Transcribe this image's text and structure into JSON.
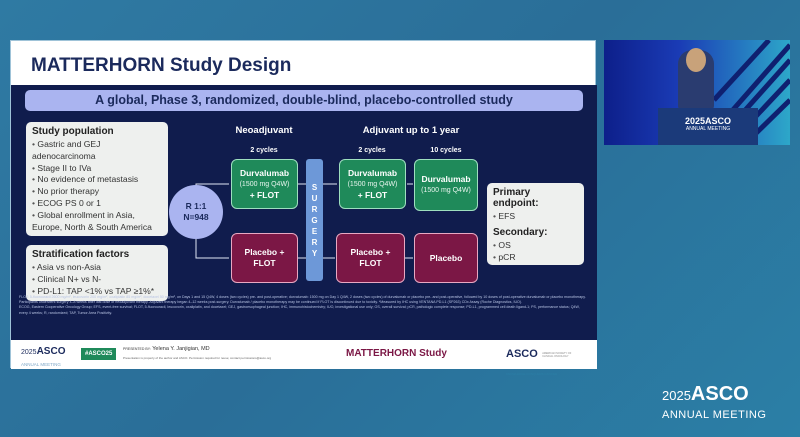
{
  "slide": {
    "title": "MATTERHORN Study Design",
    "banner": "A global, Phase 3, randomized, double-blind, placebo-controlled study",
    "population": {
      "heading": "Study population",
      "items": [
        "Gastric and GEJ adenocarcinoma",
        "Stage II to IVa",
        "No evidence of metastasis",
        "No prior therapy",
        "ECOG PS 0 or 1",
        "Global enrollment in Asia, Europe, North & South America"
      ]
    },
    "stratification": {
      "heading": "Stratification factors",
      "items": [
        "Asia vs non-Asia",
        "Clinical N+ vs N-",
        "PD-L1: TAP <1% vs TAP ≥1%*"
      ]
    },
    "randomization": {
      "ratio": "R 1:1",
      "n": "N=948"
    },
    "phases": {
      "neoadjuvant": "Neoadjuvant",
      "adjuvant": "Adjuvant up to 1 year"
    },
    "cycles": {
      "neo": "2 cycles",
      "adj1": "2 cycles",
      "adj2": "10 cycles"
    },
    "arms": {
      "durva_flot": {
        "name": "Durvalumab",
        "dose": "(1500 mg Q4W)",
        "combo": "+ FLOT"
      },
      "durva_mono": {
        "name": "Durvalumab",
        "dose": "(1500 mg Q4W)"
      },
      "placebo_flot": {
        "line1": "Placebo +",
        "line2": "FLOT"
      },
      "placebo": "Placebo"
    },
    "surgery": [
      "S",
      "U",
      "R",
      "G",
      "E",
      "R",
      "Y"
    ],
    "endpoints": {
      "primary_heading": "Primary endpoint:",
      "primary": [
        "EFS"
      ],
      "secondary_heading": "Secondary:",
      "secondary": [
        "OS",
        "pCR"
      ]
    },
    "footnotes": [
      "FLOT: 5-fluorouracil 2600 mg/m², leucovorin 200 mg/m², oxaliplatin 85 mg/m², docetaxel 50 mg/m², on Days 1 and 15 Q4W, 4 doses (two cycles) pre- and post-operative; durvalumab: 1500 mg on Day 1 Q4W, 2 doses (two cycles) of durvalumab or placebo pre- and post-operative, followed by 10 doses of post-operative durvalumab or placebo monotherapy. Participants underwent surgery 4–8 weeks after last dose of neoadjuvant therapy. Adjuvant therapy began 4–12 weeks post-surgery. Durvalumab / placebo monotherapy may be continued if FLOT is discontinued due to toxicity. *Measured by IHC using VENTANA PD-L1 (SP263) CDx Assay (Roche Diagnostics, IUO).",
      "ECOG, Eastern Cooperative Oncology Group; EFS, event-free survival; FLOT, 5-fluorouracil, leucovorin, oxaliplatin, and docetaxel; GEJ, gastroesophageal junction; IHC, immunohistochemistry; IUO, investigational use only; OS, overall survival; pCR, pathologic complete response; PD-L1, programmed cell death ligand-1; PS, performance status; Q4W, every 4 weeks; R, randomized; TAP, Tumor Area Positivity."
    ],
    "footer": {
      "meeting_year": "2025",
      "meeting_brand": "ASCO",
      "meeting_sub": "ANNUAL MEETING",
      "hashtag": "#ASCO25",
      "presented_by_label": "PRESENTED BY:",
      "presenter": "Yelena Y. Janjigian, MD",
      "permission": "Presentation is property of the author and ASCO. Permission required for reuse; contact permissions@asco.org",
      "study": "MATTERHORN Study",
      "asco": "ASCO",
      "asco_sub": "AMERICAN SOCIETY OF CLINICAL ONCOLOGY",
      "asco_tag": "KNOWLEDGE CONQUERS CANCER"
    }
  },
  "video": {
    "podium_year": "2025",
    "podium_brand": "ASCO",
    "podium_sub": "ANNUAL MEETING"
  },
  "branding": {
    "year": "2025",
    "brand": "ASCO",
    "sub": "ANNUAL MEETING"
  },
  "colors": {
    "navy": "#101c4d",
    "green": "#1f8a5a",
    "maroon": "#7b1745",
    "lavender": "#aab4f0",
    "surgery": "#6d98d8"
  }
}
